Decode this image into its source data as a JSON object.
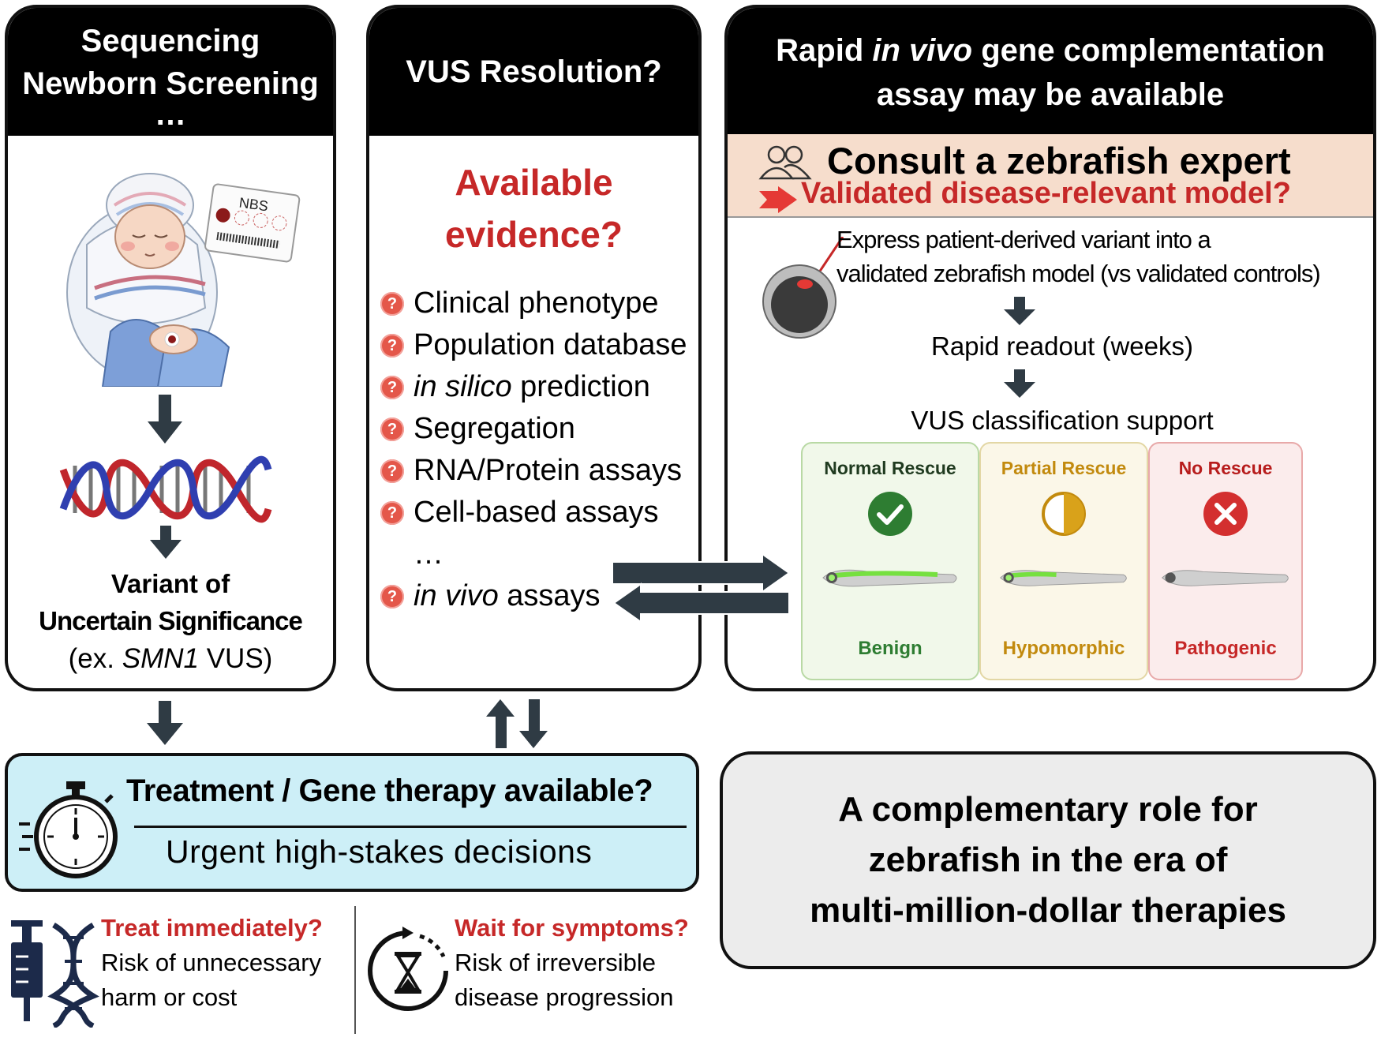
{
  "panel1": {
    "title_line1": "Sequencing",
    "title_line2": "Newborn Screening",
    "title_line3": "…",
    "nbs_card_label": "NBS",
    "variant_line1": "Variant of",
    "variant_line2": "Uncertain Significance",
    "variant_line3_pre": "(ex. ",
    "variant_line3_gene": "SMN1",
    "variant_line3_post": " VUS)"
  },
  "panel2": {
    "title": "VUS Resolution?",
    "evidence_line1": "Available",
    "evidence_line2": "evidence?",
    "items": [
      {
        "text": "Clinical phenotype"
      },
      {
        "text": "Population database"
      },
      {
        "italic": "in silico",
        "text": " prediction"
      },
      {
        "text": "Segregation"
      },
      {
        "text": "RNA/Protein assays"
      },
      {
        "text": "Cell-based assays"
      }
    ],
    "ellipsis": "…",
    "last_item_italic": "in vivo",
    "last_item_text": " assays",
    "q_mark": "?"
  },
  "panel3": {
    "title_pre": "Rapid ",
    "title_italic": "in vivo",
    "title_post": " gene complementation",
    "title_line2": "assay may be available",
    "consult": "Consult a zebrafish expert",
    "validated": "Validated disease-relevant model?",
    "express_line1": "Express patient-derived variant into a",
    "express_line2": "validated zebrafish model (vs validated controls)",
    "readout": "Rapid readout (weeks)",
    "support": "VUS classification support",
    "outcomes": [
      {
        "title": "Normal Rescue",
        "label": "Benign",
        "color": "#2e7d32",
        "bg": "#f1f8ea",
        "border": "#b9d9a5"
      },
      {
        "title": "Partial Rescue",
        "label": "Hypomorphic",
        "color": "#c28a0e",
        "bg": "#fbf7e8",
        "border": "#e3d7a5"
      },
      {
        "title": "No Rescue",
        "label": "Pathogenic",
        "color": "#c62828",
        "bg": "#fbecec",
        "border": "#e8a9a9"
      }
    ]
  },
  "treatment": {
    "title": "Treatment / Gene therapy available?",
    "subtitle": "Urgent high-stakes decisions"
  },
  "options": {
    "treat_title": "Treat immediately?",
    "treat_line1": "Risk of unnecessary",
    "treat_line2": "harm or cost",
    "wait_title": "Wait for symptoms?",
    "wait_line1": "Risk of irreversible",
    "wait_line2": "disease progression"
  },
  "conclusion": {
    "line1": "A complementary role for",
    "line2": "zebrafish in the era of",
    "line3": "multi-million-dollar therapies"
  },
  "colors": {
    "accent_red": "#c62828",
    "head_black": "#000000",
    "consult_bg": "#f6ddcc",
    "treatment_bg": "#cdeff7",
    "conclusion_bg": "#ececec",
    "arrow": "#2f3b44"
  }
}
